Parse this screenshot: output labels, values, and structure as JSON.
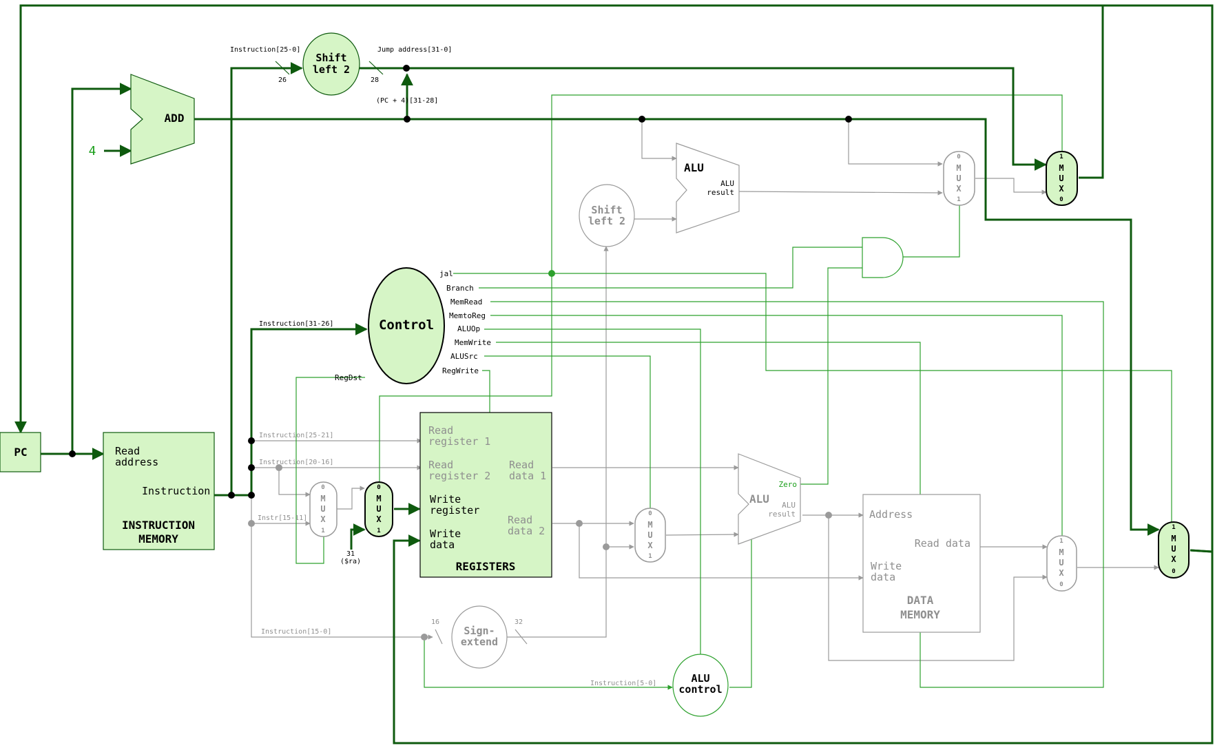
{
  "colors": {
    "active_wire": "#0e5a0e",
    "control_wire": "#2ca02c",
    "inactive_wire": "#9a9a9a",
    "active_fill": "#d6f5c6",
    "label_green": "#1a9e1a",
    "inactive_text": "#8f8f8f"
  },
  "blocks": {
    "pc": "PC",
    "add": "ADD",
    "const_four": "4",
    "instr_mem": {
      "read_address_1": "Read",
      "read_address_2": "address",
      "instruction": "Instruction",
      "title_1": "INSTRUCTION",
      "title_2": "MEMORY"
    },
    "shift_top": {
      "l1": "Shift",
      "l2": "left 2"
    },
    "shift_mid": {
      "l1": "Shift",
      "l2": "left 2"
    },
    "control": "Control",
    "alu_branch": {
      "name": "ALU",
      "result_1": "ALU",
      "result_2": "result"
    },
    "registers": {
      "read_reg1_1": "Read",
      "read_reg1_2": "register 1",
      "read_reg2_1": "Read",
      "read_reg2_2": "register 2",
      "write_reg_1": "Write",
      "write_reg_2": "register",
      "write_data_1": "Write",
      "write_data_2": "data",
      "read_data1_1": "Read",
      "read_data1_2": "data 1",
      "read_data2_1": "Read",
      "read_data2_2": "data 2",
      "title": "REGISTERS"
    },
    "alu_main": {
      "name": "ALU",
      "zero": "Zero",
      "result_1": "ALU",
      "result_2": "result"
    },
    "data_mem": {
      "address": "Address",
      "read_data": "Read data",
      "write_data_1": "Write",
      "write_data_2": "data",
      "title_1": "DATA",
      "title_2": "MEMORY"
    },
    "sign_extend": {
      "l1": "Sign-",
      "l2": "extend"
    },
    "alu_control": {
      "l1": "ALU",
      "l2": "control"
    },
    "mux_letters": [
      "M",
      "U",
      "X"
    ]
  },
  "control_signals": [
    "jal",
    "Branch",
    "MemRead",
    "MemtoReg",
    "ALUOp",
    "MemWrite",
    "ALUSrc",
    "RegWrite",
    "RegDst"
  ],
  "wire_labels": {
    "instr_25_0": "Instruction[25-0]",
    "jump_address": "Jump address[31-0]",
    "pc4_top": "(PC + 4)[31-28]",
    "instr_31_26": "Instruction[31-26]",
    "instr_25_21": "Instruction[25-21]",
    "instr_20_16": "Instruction[20-16]",
    "instr_15_11": "Instr[15-11]",
    "instr_15_0": "Instruction[15-0]",
    "instr_5_0": "Instruction[5-0]",
    "ra_31": "31",
    "ra_name": "($ra)"
  },
  "bus_widths": {
    "w26": "26",
    "w28": "28",
    "w16": "16",
    "w32": "32"
  },
  "mux_inputs": {
    "mux_branch": {
      "top": "0",
      "bottom": "1"
    },
    "mux_jump": {
      "top": "1",
      "bottom": "0"
    },
    "mux_regdst": {
      "top": "0",
      "bottom": "1"
    },
    "mux_ra": {
      "top": "0",
      "bottom": "1"
    },
    "mux_alusrc": {
      "top": "0",
      "bottom": "1"
    },
    "mux_memtoreg": {
      "top": "1",
      "bottom": "0"
    },
    "mux_jal": {
      "top": "1",
      "bottom": "0"
    }
  }
}
